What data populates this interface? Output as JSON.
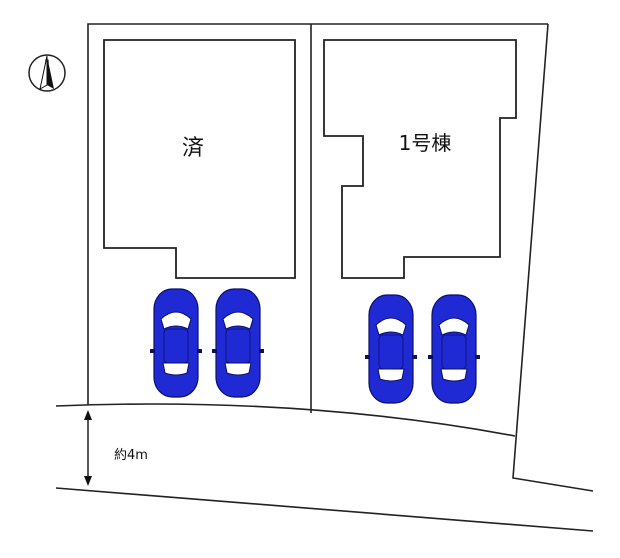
{
  "buildings": [
    {
      "id": "sold",
      "label": "済"
    },
    {
      "id": "house1",
      "label": "1号棟"
    }
  ],
  "road": {
    "width_label": "約4m"
  },
  "compass": {
    "north_label": "N"
  },
  "parking": {
    "cars_per_lot": 2,
    "car_color": "#1f2ad4"
  }
}
